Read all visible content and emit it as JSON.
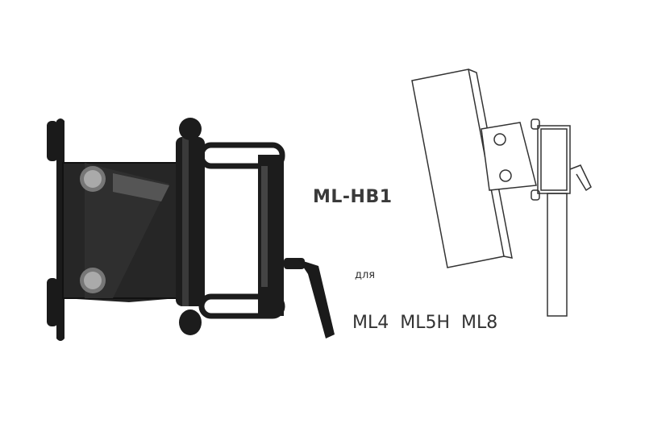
{
  "product": {
    "model": "ML-HB1",
    "for_label": "для",
    "compatible_models": [
      "ML4",
      "ML5H",
      "ML8"
    ]
  },
  "colors": {
    "bracket": "#1e1e1e",
    "text": "#333333",
    "drawing_line": "#333333"
  }
}
